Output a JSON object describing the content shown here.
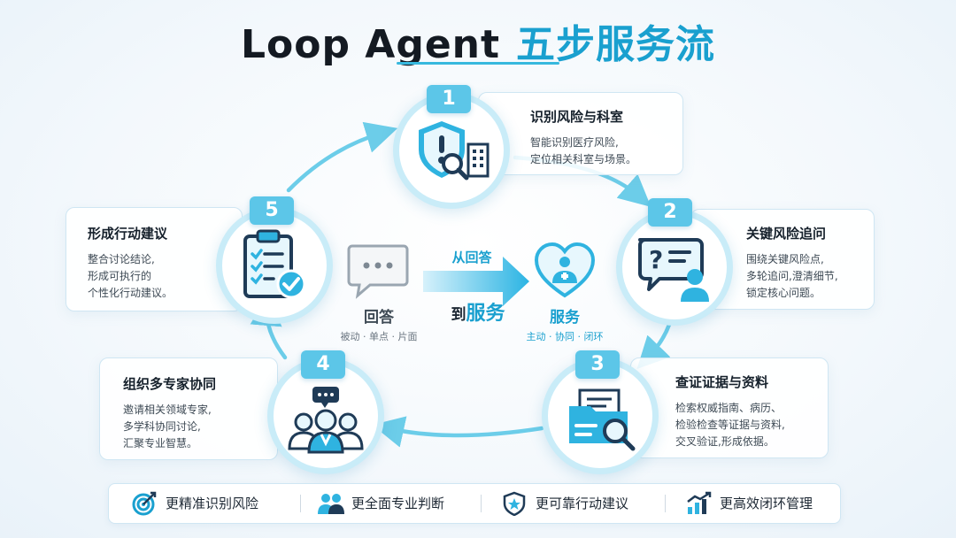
{
  "header": {
    "title_en": "Loop Agent",
    "title_cn": "五步服务流"
  },
  "steps": [
    {
      "num": "1",
      "title": "识别风险与科室",
      "lines": [
        "智能识别医疗风险,",
        "定位相关科室与场景。"
      ],
      "icon": "shield-alert-hospital-icon"
    },
    {
      "num": "2",
      "title": "关键风险追问",
      "lines": [
        "围绕关键风险点,",
        "多轮追问,澄清细节,",
        "锁定核心问题。"
      ],
      "icon": "question-chat-person-icon"
    },
    {
      "num": "3",
      "title": "查证证据与资料",
      "lines": [
        "检索权威指南、病历、",
        "检验检查等证据与资料,",
        "交叉验证,形成依据。"
      ],
      "icon": "folder-search-icon"
    },
    {
      "num": "4",
      "title": "组织多专家协同",
      "lines": [
        "邀请相关领域专家,",
        "多学科协同讨论,",
        "汇聚专业智慧。"
      ],
      "icon": "doctors-team-icon"
    },
    {
      "num": "5",
      "title": "形成行动建议",
      "lines": [
        "整合讨论结论,",
        "形成可执行的",
        "个性化行动建议。"
      ],
      "icon": "clipboard-check-icon"
    }
  ],
  "center": {
    "from_label": "回答",
    "from_sub": "被动 · 单点 · 片面",
    "arrow_top": "从回答",
    "arrow_bottom_a": "到",
    "arrow_bottom_b": "服务",
    "to_label": "服务",
    "to_sub": "主动 · 协同 · 闭环"
  },
  "benefits": [
    {
      "label": "更精准识别风险",
      "icon": "target-icon"
    },
    {
      "label": "更全面专业判断",
      "icon": "people-icon"
    },
    {
      "label": "更可靠行动建议",
      "icon": "shield-star-icon"
    },
    {
      "label": "更高效闭环管理",
      "icon": "growth-chart-icon"
    }
  ],
  "colors": {
    "accent": "#1aa0cf",
    "badge": "#5cc6e8",
    "ring": "#6ccde9",
    "dark_icon": "#1f3b57"
  }
}
